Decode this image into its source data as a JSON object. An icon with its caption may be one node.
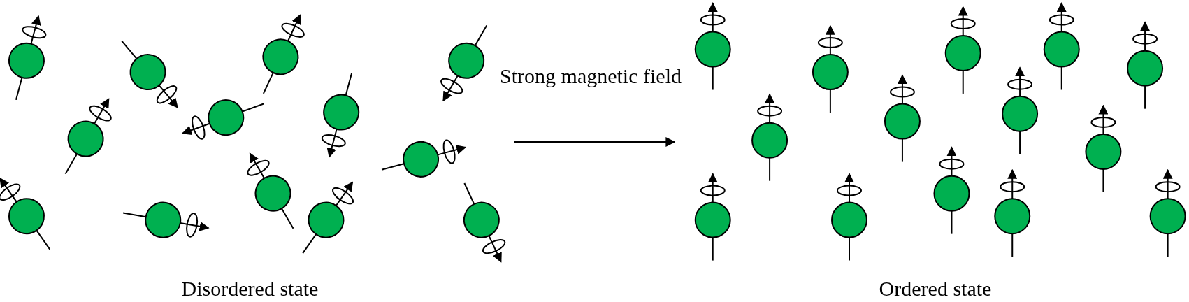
{
  "diagram": {
    "nodes": [
      {
        "text": [
          "Disordered state"
        ]
      },
      {
        "text": [
          "Ordered state"
        ]
      }
    ],
    "edges": [
      {
        "from": 0,
        "to": 1,
        "arrow": "to",
        "label": "Strong magnetic field"
      }
    ]
  }
}
